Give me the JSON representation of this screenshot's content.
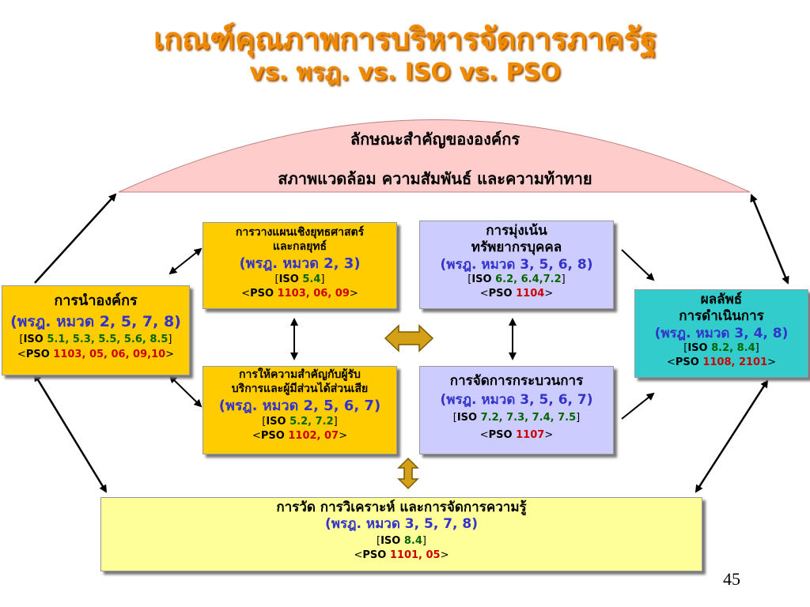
{
  "title": {
    "line1": "เกณฑ์คุณภาพการบริหารจัดการภาครัฐ",
    "line2": "vs. พรฎ. vs. ISO vs. PSO"
  },
  "profile": {
    "line1": "ลักษณะสำคัญขององค์กร",
    "line2": "สภาพแวดล้อม ความสัมพันธ์ และความท้าทาย"
  },
  "leadership": {
    "name": "การนำองค์กร",
    "law": "(พรฎ. หมวด 2, 5, 7, 8)",
    "iso_open": "[",
    "iso_tag": "ISO",
    "iso_val": " 5.1, 5.3, 5.5, 5.6, 8.5",
    "iso_close": "]",
    "pso_open": "<",
    "pso_tag": "PSO",
    "pso_val": " 1103, 05, 06, 09,10",
    "pso_close": ">"
  },
  "strategy": {
    "name1": "การวางแผนเชิงยุทธศาสตร์",
    "name2": "และกลยุทธ์",
    "law": "(พรฎ. หมวด 2, 3)",
    "iso_open": "[",
    "iso_tag": "ISO",
    "iso_val": " 5.4",
    "iso_close": "]",
    "pso_open": "<",
    "pso_tag": "PSO",
    "pso_val": " 1103, 06, 09",
    "pso_close": ">"
  },
  "customer": {
    "name1": "การให้ความสำคัญกับผู้รับ",
    "name2": "บริการและผู้มีส่วนได้ส่วนเสีย",
    "law": "(พรฎ. หมวด 2, 5, 6, 7)",
    "iso_open": "[",
    "iso_tag": "ISO",
    "iso_val": " 5.2, 7.2",
    "iso_close": "]",
    "pso_open": "<",
    "pso_tag": "PSO",
    "pso_val": " 1102, 07",
    "pso_close": ">"
  },
  "workforce": {
    "name1": "การมุ่งเน้น",
    "name2": "ทรัพยากรบุคคล",
    "law": "(พรฎ. หมวด 3, 5, 6, 8)",
    "iso_open": "[",
    "iso_tag": "ISO",
    "iso_val": " 6.2, 6.4,7.2",
    "iso_close": "]",
    "pso_open": "<",
    "pso_tag": "PSO",
    "pso_val": " 1104",
    "pso_close": ">"
  },
  "process": {
    "name": "การจัดการกระบวนการ",
    "law": "(พรฎ. หมวด 3, 5, 6, 7)",
    "iso_open": "[",
    "iso_tag": "ISO",
    "iso_val": " 7.2, 7.3, 7.4, 7.5",
    "iso_close": "]",
    "pso_open": "<",
    "pso_tag": "PSO",
    "pso_val": " 1107",
    "pso_close": ">"
  },
  "results": {
    "name1": "ผลลัพธ์",
    "name2": "การดำเนินการ",
    "law": "(พรฎ. หมวด 3, 4, 8)",
    "iso_open": "[",
    "iso_tag": "ISO",
    "iso_val": " 8.2, 8.4",
    "iso_close": "]",
    "pso_open": "<",
    "pso_tag": "PSO",
    "pso_val": " 1108, 2101",
    "pso_close": ">"
  },
  "measurement": {
    "name": "การวัด การวิเคราะห์ และการจัดการความรู้",
    "law": "(พรฎ. หมวด 3, 5, 7, 8)",
    "iso_open": "[",
    "iso_tag": "ISO",
    "iso_val": " 8.4",
    "iso_close": "]",
    "pso_open": "<",
    "pso_tag": "PSO",
    "pso_val": " 1101, 05",
    "pso_close": ">"
  },
  "page_number": "45",
  "colors": {
    "title": "#f08a00",
    "gold_box": "#ffcc00",
    "lavender_box": "#ccccff",
    "teal_box": "#33cccc",
    "yellow_box": "#ffff99",
    "dome": "#ffcccc",
    "law_text": "#3333cc",
    "iso_text": "#006600",
    "pso_text": "#cc0000"
  }
}
